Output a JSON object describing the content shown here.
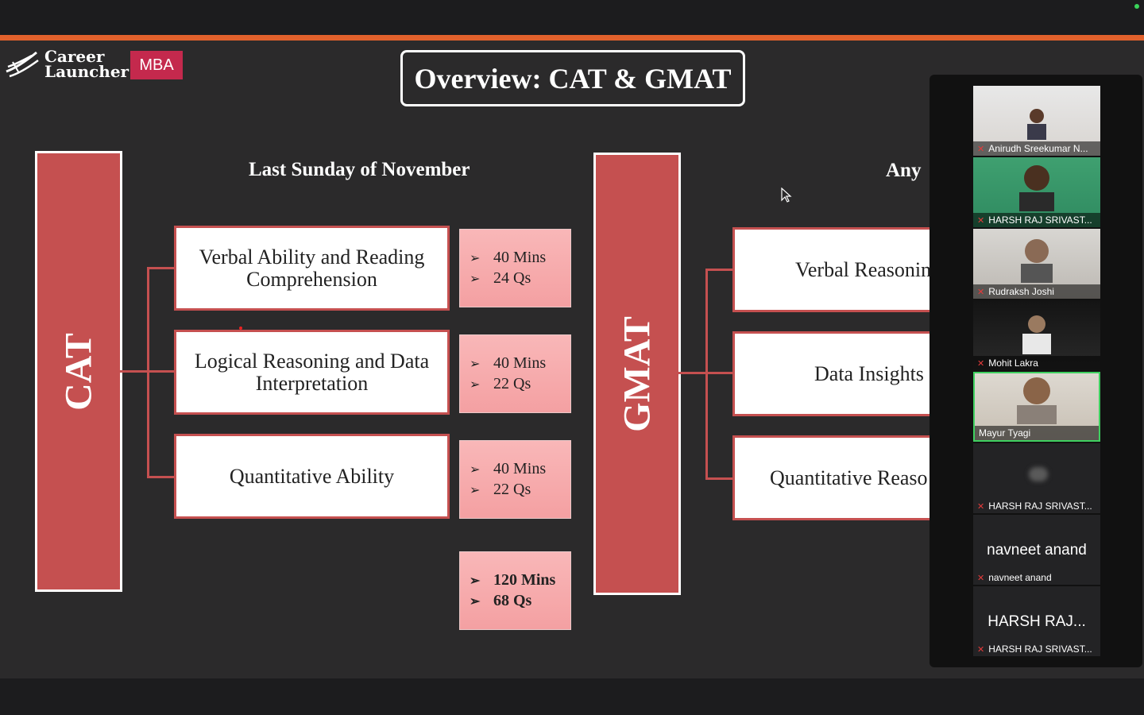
{
  "logo": {
    "line1": "Career",
    "line2": "Launcher",
    "badge": "MBA"
  },
  "slide": {
    "title": "Overview: CAT & GMAT",
    "cat": {
      "label": "CAT",
      "date_heading": "Last Sunday of November",
      "sections": [
        {
          "line1": "Verbal Ability and Reading",
          "line2": "Comprehension",
          "mins": "40 Mins",
          "qs": "24 Qs"
        },
        {
          "line1": "Logical Reasoning and Data",
          "line2": "Interpretation",
          "mins": "40 Mins",
          "qs": "22 Qs"
        },
        {
          "line1": "Quantitative Ability",
          "line2": "",
          "mins": "40 Mins",
          "qs": "22 Qs"
        }
      ],
      "total": {
        "mins": "120 Mins",
        "qs": "68 Qs"
      },
      "bullet": "➢"
    },
    "gmat": {
      "label": "GMAT",
      "date_heading": "Any",
      "sections": [
        "Verbal Reasonin",
        "Data Insights",
        "Quantitative Reaso"
      ]
    }
  },
  "participants": [
    {
      "name": "Anirudh Sreekumar N...",
      "muted": true,
      "video": true
    },
    {
      "name": "HARSH RAJ SRIVAST...",
      "muted": true,
      "video": true
    },
    {
      "name": "Rudraksh Joshi",
      "muted": true,
      "video": true
    },
    {
      "name": "Mohit Lakra",
      "muted": true,
      "video": true
    },
    {
      "name": "Mayur Tyagi",
      "muted": false,
      "video": true,
      "active_speaker": true
    },
    {
      "name": "HARSH RAJ SRIVAST...",
      "muted": true,
      "video": false
    },
    {
      "name": "navneet anand",
      "display": "navneet anand",
      "muted": true,
      "video": false
    },
    {
      "name": "HARSH RAJ SRIVAST...",
      "display": "HARSH RAJ...",
      "muted": true,
      "video": false
    }
  ],
  "colors": {
    "accent_orange": "#e2612c",
    "bar_red": "#c55050",
    "badge_pink": "#c4294d",
    "active_green": "#3fd060"
  },
  "icons": {
    "mic_muted": "mic-muted-icon",
    "cursor": "mouse-cursor-icon"
  }
}
